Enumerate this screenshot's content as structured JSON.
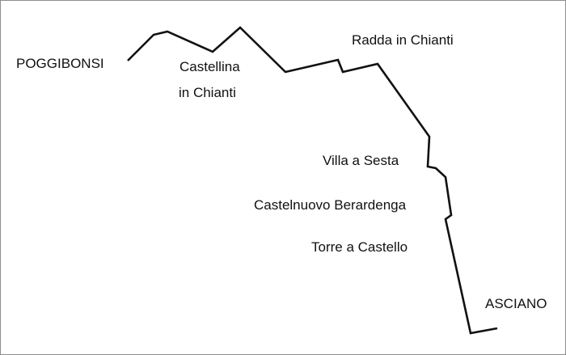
{
  "route": {
    "stops": {
      "poggibonsi": "POGGIBONSI",
      "castellina_line1": "Castellina",
      "castellina_line2": "in Chianti",
      "radda": "Radda in Chianti",
      "villa": "Villa a Sesta",
      "castelnuovo": "Castelnuovo Berardenga",
      "torre": "Torre a Castello",
      "asciano": "ASCIANO"
    },
    "line_color": "#111111"
  }
}
